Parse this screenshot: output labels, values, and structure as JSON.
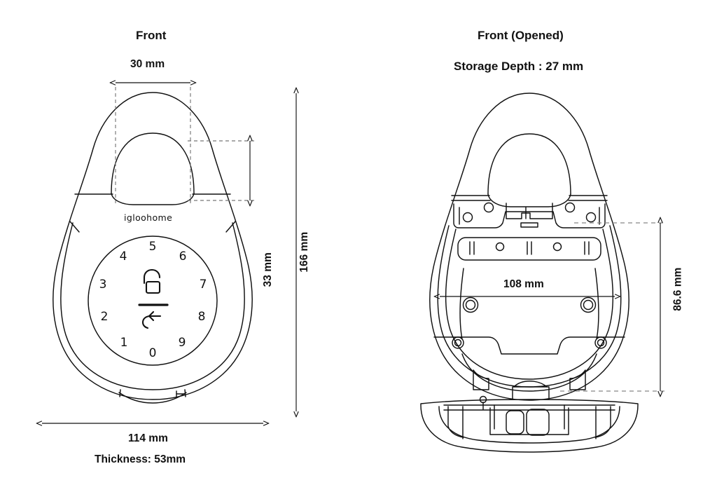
{
  "background_color": "#ffffff",
  "line_color": "#111111",
  "views": {
    "left": {
      "title": "Front",
      "brand": "igloohome",
      "dimensions": {
        "shackle_width": "30 mm",
        "shackle_height": "33 mm",
        "total_height": "166 mm",
        "total_width": "114 mm",
        "thickness": "Thickness: 53mm"
      },
      "keypad": {
        "digits": [
          "0",
          "1",
          "2",
          "3",
          "4",
          "5",
          "6",
          "7",
          "8",
          "9"
        ],
        "lock_icon": "open-padlock-icon",
        "back_icon": "back-arrow-icon"
      }
    },
    "right": {
      "title": "Front (Opened)",
      "subtitle": "Storage Depth : 27 mm",
      "dimensions": {
        "inner_width": "108 mm",
        "inner_height": "86.6 mm"
      }
    }
  }
}
